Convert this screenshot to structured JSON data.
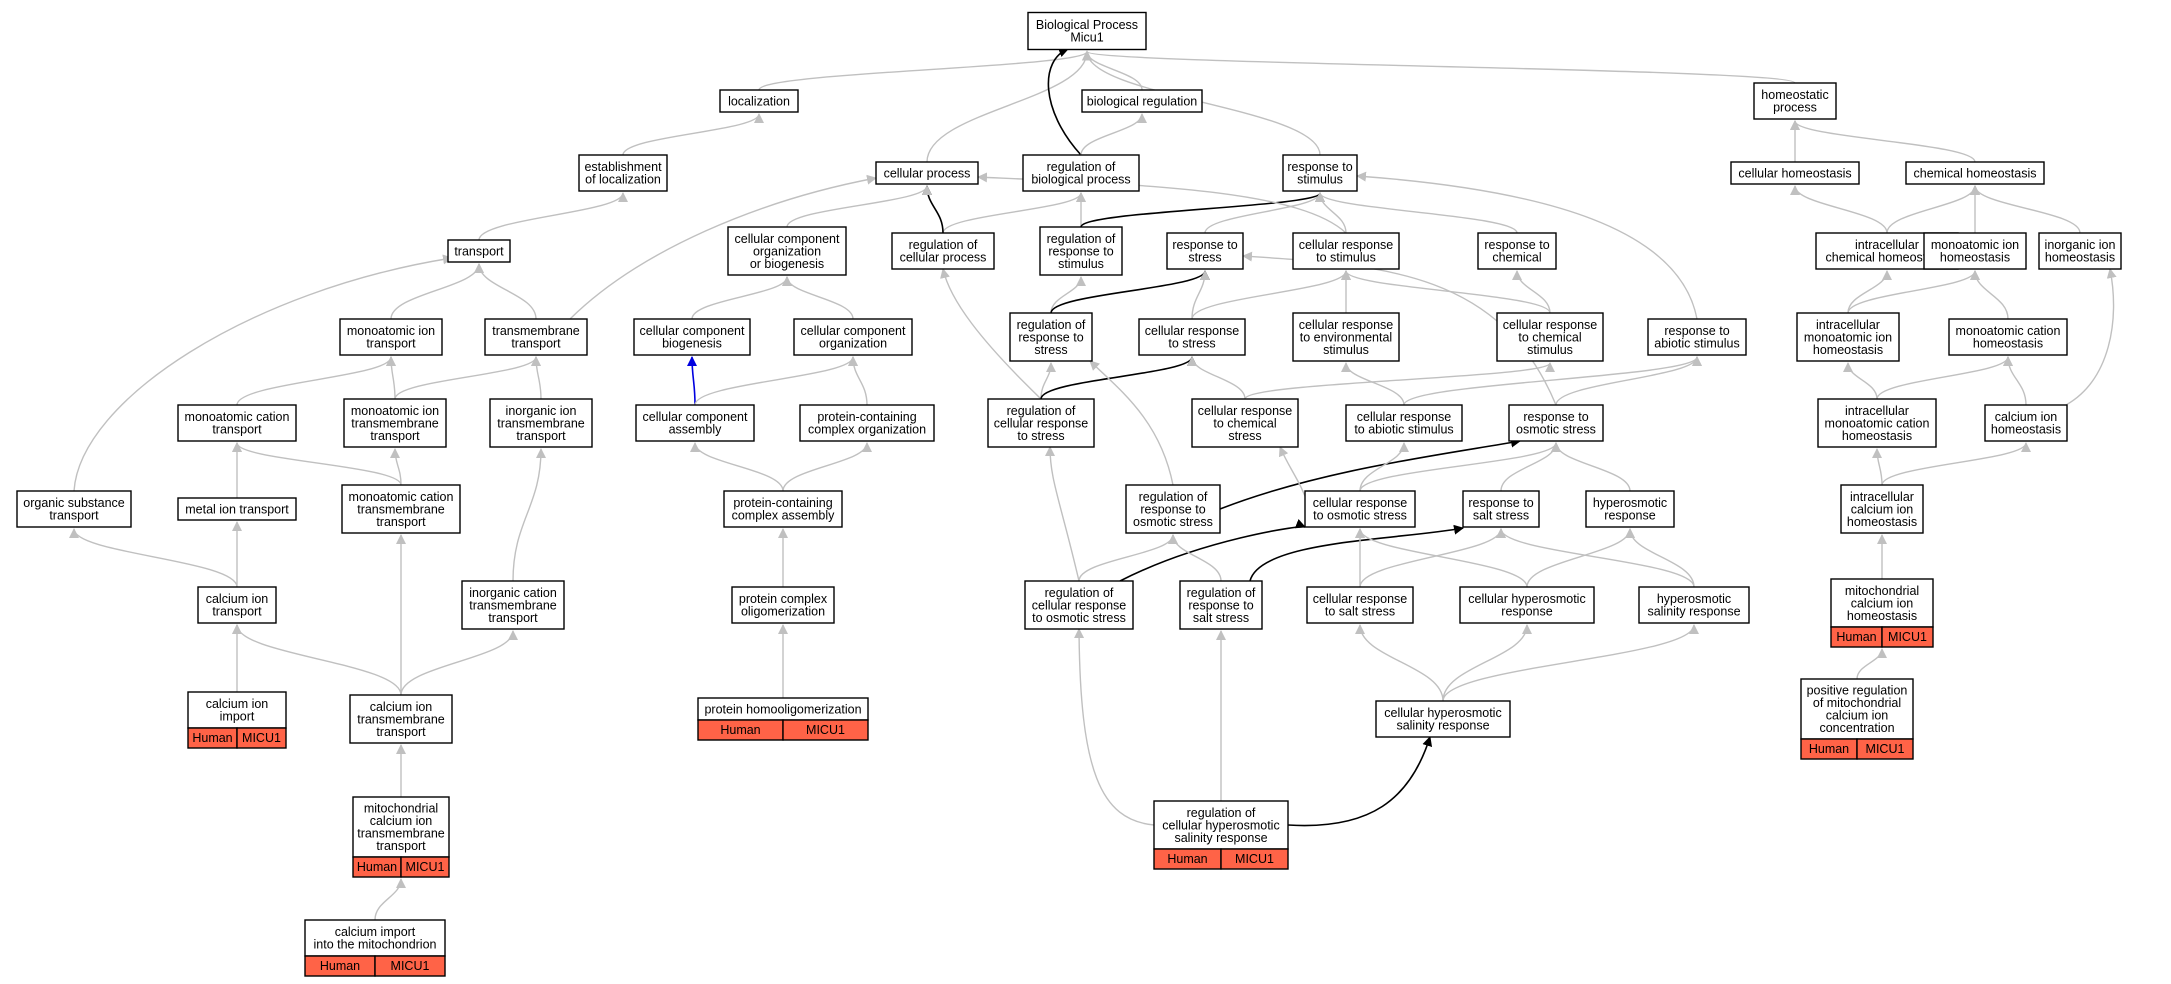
{
  "graph": {
    "nodes": [
      {
        "id": "bp",
        "lines": [
          "Biological Process",
          "Micu1"
        ]
      },
      {
        "id": "loc",
        "lines": [
          "localization"
        ]
      },
      {
        "id": "bioreg",
        "lines": [
          "biological regulation"
        ]
      },
      {
        "id": "homeo",
        "lines": [
          "homeostatic",
          "process"
        ]
      },
      {
        "id": "estloc",
        "lines": [
          "establishment",
          "of localization"
        ]
      },
      {
        "id": "cellproc",
        "lines": [
          "cellular process"
        ]
      },
      {
        "id": "regbio",
        "lines": [
          "regulation of",
          "biological process"
        ]
      },
      {
        "id": "respstim",
        "lines": [
          "response to",
          "stimulus"
        ]
      },
      {
        "id": "cellhomeo",
        "lines": [
          "cellular homeostasis"
        ]
      },
      {
        "id": "chemhomeo",
        "lines": [
          "chemical homeostasis"
        ]
      },
      {
        "id": "transport",
        "lines": [
          "transport"
        ]
      },
      {
        "id": "ccob",
        "lines": [
          "cellular component",
          "organization",
          "or biogenesis"
        ]
      },
      {
        "id": "regcellproc",
        "lines": [
          "regulation of",
          "cellular process"
        ]
      },
      {
        "id": "regrespstim",
        "lines": [
          "regulation of",
          "response to",
          "stimulus"
        ]
      },
      {
        "id": "respstress",
        "lines": [
          "response to",
          "stress"
        ]
      },
      {
        "id": "cellrespstim",
        "lines": [
          "cellular response",
          "to stimulus"
        ]
      },
      {
        "id": "respchem",
        "lines": [
          "response to",
          "chemical"
        ]
      },
      {
        "id": "intrachemhomeo",
        "lines": [
          "intracellular",
          "chemical homeostasis"
        ]
      },
      {
        "id": "monoionhomeo",
        "lines": [
          "monoatomic ion",
          "homeostasis"
        ]
      },
      {
        "id": "inorghomeo",
        "lines": [
          "inorganic ion",
          "homeostasis"
        ]
      },
      {
        "id": "monoiontrans",
        "lines": [
          "monoatomic ion",
          "transport"
        ]
      },
      {
        "id": "tmtrans",
        "lines": [
          "transmembrane",
          "transport"
        ]
      },
      {
        "id": "ccbiogen",
        "lines": [
          "cellular component",
          "biogenesis"
        ]
      },
      {
        "id": "ccorg",
        "lines": [
          "cellular component",
          "organization"
        ]
      },
      {
        "id": "regrespstress",
        "lines": [
          "regulation of",
          "response to",
          "stress"
        ]
      },
      {
        "id": "cellrespstress",
        "lines": [
          "cellular response",
          "to stress"
        ]
      },
      {
        "id": "cellrespenv",
        "lines": [
          "cellular response",
          "to environmental",
          "stimulus"
        ]
      },
      {
        "id": "cellrespchem",
        "lines": [
          "cellular response",
          "to chemical",
          "stimulus"
        ]
      },
      {
        "id": "respabiotic",
        "lines": [
          "response to",
          "abiotic stimulus"
        ]
      },
      {
        "id": "intramonoionhomeo",
        "lines": [
          "intracellular",
          "monoatomic ion",
          "homeostasis"
        ]
      },
      {
        "id": "monocathomeo",
        "lines": [
          "monoatomic cation",
          "homeostasis"
        ]
      },
      {
        "id": "monocattrans",
        "lines": [
          "monoatomic cation",
          "transport"
        ]
      },
      {
        "id": "monoiontmtrans",
        "lines": [
          "monoatomic ion",
          "transmembrane",
          "transport"
        ]
      },
      {
        "id": "inorgiontmtrans",
        "lines": [
          "inorganic ion",
          "transmembrane",
          "transport"
        ]
      },
      {
        "id": "ccassembly",
        "lines": [
          "cellular component",
          "assembly"
        ]
      },
      {
        "id": "pccorg",
        "lines": [
          "protein-containing",
          "complex organization"
        ]
      },
      {
        "id": "regcellrespstress",
        "lines": [
          "regulation of",
          "cellular response",
          "to stress"
        ]
      },
      {
        "id": "cellrespchemstress",
        "lines": [
          "cellular response",
          "to chemical",
          "stress"
        ]
      },
      {
        "id": "cellrespabiotic",
        "lines": [
          "cellular response",
          "to abiotic stimulus"
        ]
      },
      {
        "id": "respossmotic",
        "lines": [
          "response to",
          "osmotic stress"
        ]
      },
      {
        "id": "intramonocathomeo",
        "lines": [
          "intracellular",
          "monoatomic cation",
          "homeostasis"
        ]
      },
      {
        "id": "cahomeo",
        "lines": [
          "calcium ion",
          "homeostasis"
        ]
      },
      {
        "id": "orgsubtrans",
        "lines": [
          "organic substance",
          "transport"
        ]
      },
      {
        "id": "metaliontrans",
        "lines": [
          "metal ion transport"
        ]
      },
      {
        "id": "monocattmtrans",
        "lines": [
          "monoatomic cation",
          "transmembrane",
          "transport"
        ]
      },
      {
        "id": "pccassembly",
        "lines": [
          "protein-containing",
          "complex assembly"
        ]
      },
      {
        "id": "regrespossmotic",
        "lines": [
          "regulation of",
          "response to",
          "osmotic stress"
        ]
      },
      {
        "id": "cellrespossmotic",
        "lines": [
          "cellular response",
          "to osmotic stress"
        ]
      },
      {
        "id": "respsalt",
        "lines": [
          "response to",
          "salt stress"
        ]
      },
      {
        "id": "hyperresp",
        "lines": [
          "hyperosmotic",
          "response"
        ]
      },
      {
        "id": "intracahomeo",
        "lines": [
          "intracellular",
          "calcium ion",
          "homeostasis"
        ]
      },
      {
        "id": "caiontrans",
        "lines": [
          "calcium ion",
          "transport"
        ]
      },
      {
        "id": "inorgcattmtrans",
        "lines": [
          "inorganic cation",
          "transmembrane",
          "transport"
        ]
      },
      {
        "id": "pcoligo",
        "lines": [
          "protein complex",
          "oligomerization"
        ]
      },
      {
        "id": "regcellrespossmotic",
        "lines": [
          "regulation of",
          "cellular response",
          "to osmotic stress"
        ]
      },
      {
        "id": "regrespsalt",
        "lines": [
          "regulation of",
          "response to",
          "salt stress"
        ]
      },
      {
        "id": "cellrespsalt",
        "lines": [
          "cellular response",
          "to salt stress"
        ]
      },
      {
        "id": "cellhyperresp",
        "lines": [
          "cellular hyperosmotic",
          "response"
        ]
      },
      {
        "id": "hypersalinity",
        "lines": [
          "hyperosmotic",
          "salinity response"
        ]
      },
      {
        "id": "mitocahomeo",
        "lines": [
          "mitochondrial",
          "calcium ion",
          "homeostasis"
        ],
        "ann": [
          "Human",
          "MICU1"
        ]
      },
      {
        "id": "caimport",
        "lines": [
          "calcium ion",
          "import"
        ],
        "ann": [
          "Human",
          "MICU1"
        ]
      },
      {
        "id": "catmtrans",
        "lines": [
          "calcium ion",
          "transmembrane",
          "transport"
        ]
      },
      {
        "id": "protoligo",
        "lines": [
          "protein homooligomerization"
        ],
        "ann": [
          "Human",
          "MICU1"
        ]
      },
      {
        "id": "cellhypersalinity",
        "lines": [
          "cellular hyperosmotic",
          "salinity response"
        ]
      },
      {
        "id": "posregmito",
        "lines": [
          "positive regulation",
          "of mitochondrial",
          "calcium ion",
          "concentration"
        ],
        "ann": [
          "Human",
          "MICU1"
        ]
      },
      {
        "id": "mitocatmtrans",
        "lines": [
          "mitochondrial",
          "calcium ion",
          "transmembrane",
          "transport"
        ],
        "ann": [
          "Human",
          "MICU1"
        ]
      },
      {
        "id": "regcellhyper",
        "lines": [
          "regulation of",
          "cellular hyperosmotic",
          "salinity response"
        ],
        "ann": [
          "Human",
          "MICU1"
        ]
      },
      {
        "id": "caimportmito",
        "lines": [
          "calcium import",
          "into the mitochondrion"
        ],
        "ann": [
          "Human",
          "MICU1"
        ]
      }
    ],
    "edges": [
      [
        "loc",
        "bp",
        "gray"
      ],
      [
        "homeo",
        "bp",
        "gray"
      ],
      [
        "cellproc",
        "bp",
        "gray"
      ],
      [
        "bioreg",
        "bp",
        "gray"
      ],
      [
        "regbio",
        "bp",
        "black"
      ],
      [
        "respstim",
        "bp",
        "gray"
      ],
      [
        "estloc",
        "loc",
        "gray"
      ],
      [
        "transport",
        "estloc",
        "gray"
      ],
      [
        "regbio",
        "bioreg",
        "gray"
      ],
      [
        "regcellproc",
        "regbio",
        "gray"
      ],
      [
        "regcellproc",
        "cellproc",
        "black"
      ],
      [
        "regrespstim",
        "regbio",
        "gray"
      ],
      [
        "regrespstim",
        "respstim",
        "black"
      ],
      [
        "ccob",
        "cellproc",
        "gray"
      ],
      [
        "tmtrans",
        "cellproc",
        "gray"
      ],
      [
        "cellrespstim",
        "cellproc",
        "gray"
      ],
      [
        "respstress",
        "respstim",
        "gray"
      ],
      [
        "cellrespstim",
        "respstim",
        "gray"
      ],
      [
        "respchem",
        "respstim",
        "gray"
      ],
      [
        "respabiotic",
        "respstim",
        "gray"
      ],
      [
        "cellhomeo",
        "homeo",
        "gray"
      ],
      [
        "chemhomeo",
        "homeo",
        "gray"
      ],
      [
        "intrachemhomeo",
        "cellhomeo",
        "gray"
      ],
      [
        "intrachemhomeo",
        "chemhomeo",
        "gray"
      ],
      [
        "monoionhomeo",
        "chemhomeo",
        "gray"
      ],
      [
        "inorghomeo",
        "chemhomeo",
        "gray"
      ],
      [
        "monoiontrans",
        "transport",
        "gray"
      ],
      [
        "tmtrans",
        "transport",
        "gray"
      ],
      [
        "orgsubtrans",
        "transport",
        "gray"
      ],
      [
        "ccbiogen",
        "ccob",
        "gray"
      ],
      [
        "ccorg",
        "ccob",
        "gray"
      ],
      [
        "ccassembly",
        "ccbiogen",
        "blue"
      ],
      [
        "ccassembly",
        "ccorg",
        "gray"
      ],
      [
        "pccorg",
        "ccorg",
        "gray"
      ],
      [
        "pccassembly",
        "ccassembly",
        "gray"
      ],
      [
        "pccassembly",
        "pccorg",
        "gray"
      ],
      [
        "pcoligo",
        "pccassembly",
        "gray"
      ],
      [
        "protoligo",
        "pcoligo",
        "gray"
      ],
      [
        "regrespstress",
        "regrespstim",
        "gray"
      ],
      [
        "regrespstress",
        "respstress",
        "black"
      ],
      [
        "regcellrespstress",
        "regcellproc",
        "gray"
      ],
      [
        "regcellrespstress",
        "regrespstress",
        "gray"
      ],
      [
        "regcellrespstress",
        "cellrespstress",
        "black"
      ],
      [
        "cellrespstress",
        "respstress",
        "gray"
      ],
      [
        "cellrespstress",
        "cellrespstim",
        "gray"
      ],
      [
        "cellrespenv",
        "cellrespstim",
        "gray"
      ],
      [
        "cellrespchem",
        "cellrespstim",
        "gray"
      ],
      [
        "cellrespchem",
        "respchem",
        "gray"
      ],
      [
        "cellrespchemstress",
        "cellrespstress",
        "gray"
      ],
      [
        "cellrespchemstress",
        "cellrespchem",
        "gray"
      ],
      [
        "cellrespabiotic",
        "cellrespenv",
        "gray"
      ],
      [
        "cellrespabiotic",
        "respabiotic",
        "gray"
      ],
      [
        "respossmotic",
        "respabiotic",
        "gray"
      ],
      [
        "respossmotic",
        "respstress",
        "gray"
      ],
      [
        "regrespossmotic",
        "regrespstress",
        "gray"
      ],
      [
        "regrespossmotic",
        "respossmotic",
        "black"
      ],
      [
        "cellrespossmotic",
        "respossmotic",
        "gray"
      ],
      [
        "cellrespossmotic",
        "cellrespchemstress",
        "gray"
      ],
      [
        "cellrespossmotic",
        "cellrespabiotic",
        "gray"
      ],
      [
        "respsalt",
        "respossmotic",
        "gray"
      ],
      [
        "hyperresp",
        "respossmotic",
        "gray"
      ],
      [
        "regcellrespossmotic",
        "regcellrespstress",
        "gray"
      ],
      [
        "regcellrespossmotic",
        "regrespossmotic",
        "gray"
      ],
      [
        "regcellrespossmotic",
        "cellrespossmotic",
        "black"
      ],
      [
        "regrespsalt",
        "regrespossmotic",
        "gray"
      ],
      [
        "regrespsalt",
        "respsalt",
        "black"
      ],
      [
        "cellrespsalt",
        "respsalt",
        "gray"
      ],
      [
        "cellrespsalt",
        "cellrespossmotic",
        "gray"
      ],
      [
        "cellhyperresp",
        "hyperresp",
        "gray"
      ],
      [
        "cellhyperresp",
        "cellrespossmotic",
        "gray"
      ],
      [
        "hypersalinity",
        "hyperresp",
        "gray"
      ],
      [
        "hypersalinity",
        "respsalt",
        "gray"
      ],
      [
        "cellhypersalinity",
        "cellrespsalt",
        "gray"
      ],
      [
        "cellhypersalinity",
        "cellhyperresp",
        "gray"
      ],
      [
        "cellhypersalinity",
        "hypersalinity",
        "gray"
      ],
      [
        "regcellhyper",
        "regcellrespossmotic",
        "gray"
      ],
      [
        "regcellhyper",
        "regrespsalt",
        "gray"
      ],
      [
        "regcellhyper",
        "cellhypersalinity",
        "black"
      ],
      [
        "intramonoionhomeo",
        "intrachemhomeo",
        "gray"
      ],
      [
        "intramonoionhomeo",
        "monoionhomeo",
        "gray"
      ],
      [
        "monocathomeo",
        "monoionhomeo",
        "gray"
      ],
      [
        "intramonocathomeo",
        "intramonoionhomeo",
        "gray"
      ],
      [
        "intramonocathomeo",
        "monocathomeo",
        "gray"
      ],
      [
        "cahomeo",
        "monocathomeo",
        "gray"
      ],
      [
        "cahomeo",
        "inorghomeo",
        "gray"
      ],
      [
        "intracahomeo",
        "intramonocathomeo",
        "gray"
      ],
      [
        "intracahomeo",
        "cahomeo",
        "gray"
      ],
      [
        "mitocahomeo",
        "intracahomeo",
        "gray"
      ],
      [
        "posregmito",
        "mitocahomeo",
        "gray"
      ],
      [
        "monocattrans",
        "monoiontrans",
        "gray"
      ],
      [
        "monoiontmtrans",
        "monoiontrans",
        "gray"
      ],
      [
        "monoiontmtrans",
        "tmtrans",
        "gray"
      ],
      [
        "inorgiontmtrans",
        "tmtrans",
        "gray"
      ],
      [
        "metaliontrans",
        "monocattrans",
        "gray"
      ],
      [
        "monocattmtrans",
        "monocattrans",
        "gray"
      ],
      [
        "monocattmtrans",
        "monoiontmtrans",
        "gray"
      ],
      [
        "caiontrans",
        "metaliontrans",
        "gray"
      ],
      [
        "caiontrans",
        "orgsubtrans",
        "gray"
      ],
      [
        "inorgcattmtrans",
        "inorgiontmtrans",
        "gray"
      ],
      [
        "caimport",
        "caiontrans",
        "gray"
      ],
      [
        "catmtrans",
        "caiontrans",
        "gray"
      ],
      [
        "catmtrans",
        "monocattmtrans",
        "gray"
      ],
      [
        "catmtrans",
        "inorgcattmtrans",
        "gray"
      ],
      [
        "mitocatmtrans",
        "catmtrans",
        "gray"
      ],
      [
        "caimportmito",
        "mitocatmtrans",
        "gray"
      ]
    ]
  },
  "colors": {
    "annotation": "#ff6347",
    "edge": "#c0c0c0",
    "highlight": "#000000",
    "blue": "#0000e0"
  }
}
